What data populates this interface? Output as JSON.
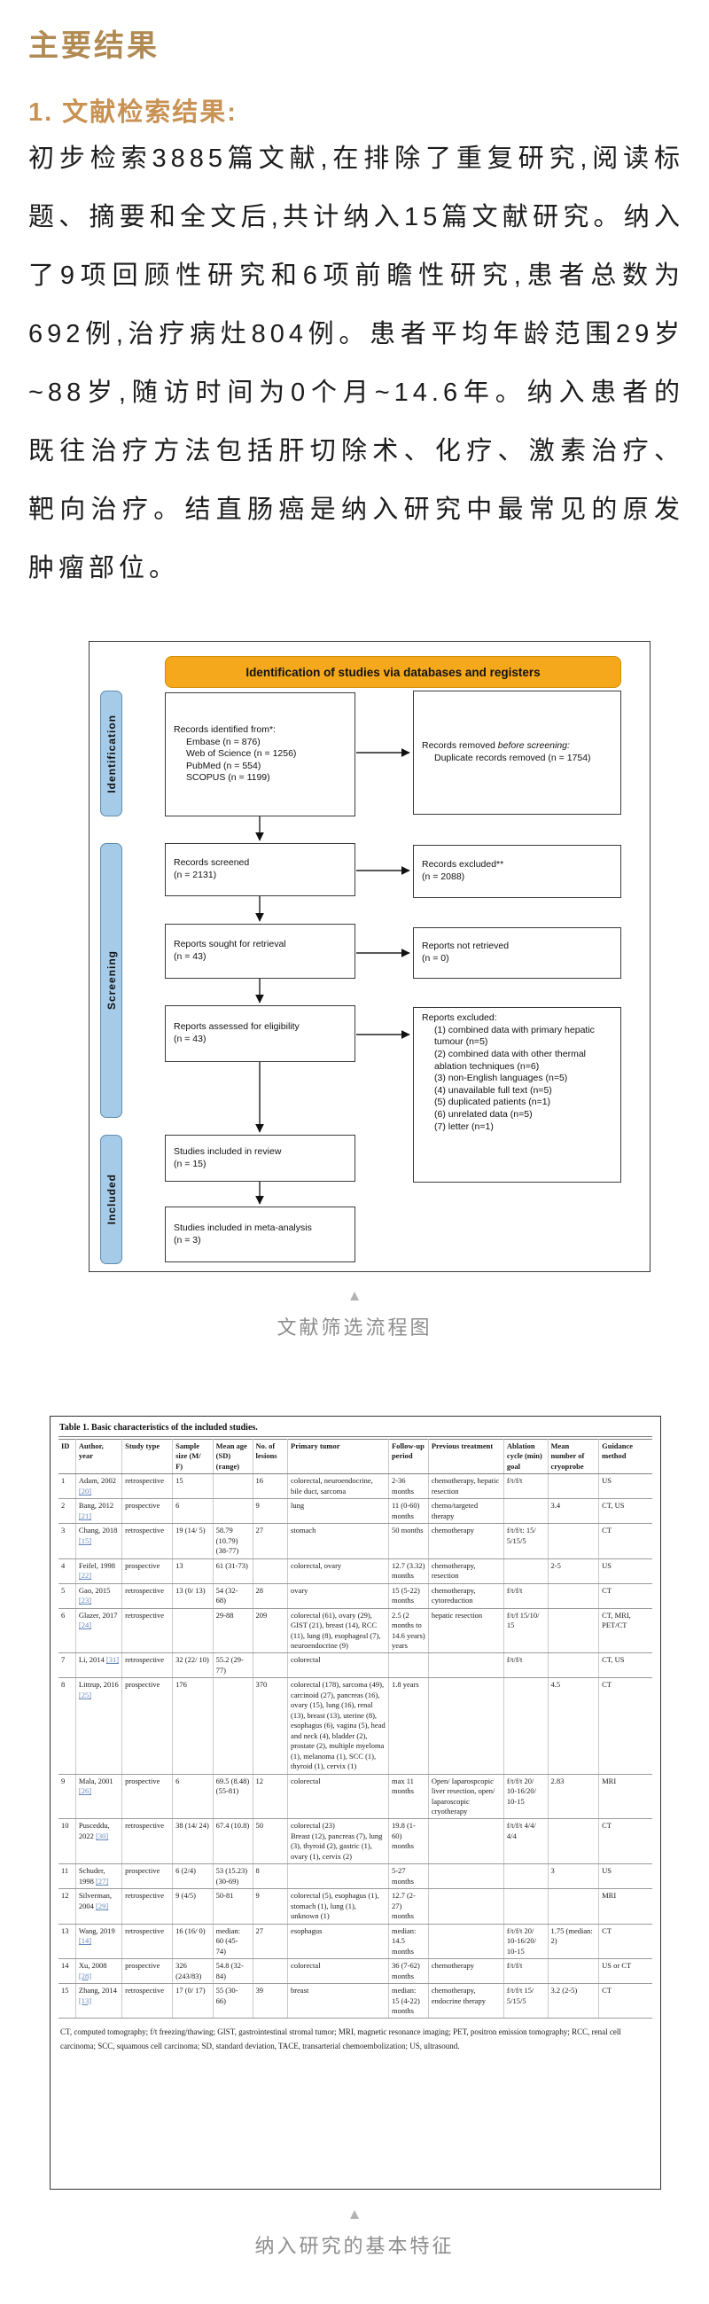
{
  "colors": {
    "gold_title": "#b08a52",
    "orange_heading": "#c89254",
    "amber_header": "#f5a81c",
    "blue_stage_bar": "#a6cbe8",
    "caption_gray": "#8d8d8d",
    "citation_blue": "#6688bb"
  },
  "header": {
    "main_title": "主要结果",
    "section_heading": "1. 文献检索结果:"
  },
  "paragraph": "初步检索3885篇文献,在排除了重复研究,阅读标题、摘要和全文后,共计纳入15篇文献研究。纳入了9项回顾性研究和6项前瞻性研究,患者总数为692例,治疗病灶804例。患者平均年龄范围29岁~88岁,随访时间为0个月~14.6年。纳入患者的既往治疗方法包括肝切除术、化疗、激素治疗、靶向治疗。结直肠癌是纳入研究中最常见的原发肿瘤部位。",
  "flowchart": {
    "header": "Identification of studies via databases and registers",
    "stages": [
      "Identification",
      "Screening",
      "Included"
    ],
    "identified": {
      "title": "Records identified from*:",
      "items": [
        "Embase (n = 876)",
        "Web of Science (n = 1256)",
        "PubMed (n = 554)",
        "SCOPUS (n = 1199)"
      ]
    },
    "removed": {
      "prefix": "Records removed ",
      "italic": "before screening:",
      "items": [
        "Duplicate records removed (n = 1754)"
      ]
    },
    "screened": "Records screened\n(n = 2131)",
    "excluded": "Records excluded**\n(n = 2088)",
    "retrieval": "Reports sought for retrieval\n(n = 43)",
    "not_retrieved": "Reports not retrieved\n(n = 0)",
    "assessed": "Reports assessed for eligibility\n(n = 43)",
    "reports_excluded": {
      "title": "Reports excluded:",
      "items": [
        "(1) combined data with primary hepatic tumour (n=5)",
        "(2) combined data with other thermal ablation techniques (n=6)",
        "(3) non-English languages (n=5)",
        "(4) unavailable full text (n=5)",
        "(5) duplicated patients (n=1)",
        "(6) unrelated data (n=5)",
        "(7) letter (n=1)"
      ]
    },
    "review": "Studies included in review\n(n = 15)",
    "meta": "Studies included in meta-analysis\n(n = 3)",
    "caption": "文献筛选流程图"
  },
  "table": {
    "title": "Table 1.  Basic characteristics of the included studies.",
    "columns": [
      "ID",
      "Author, year",
      "Study type",
      "Sample size (M/ F)",
      "Mean age (SD) (range)",
      "No. of lesions",
      "Primary tumor",
      "Follow-up period",
      "Previous treatment",
      "Ablation cycle (min) goal",
      "Mean number of cryoprobe",
      "Guidance method"
    ],
    "rows": [
      {
        "id": "1",
        "author": "Adam, 2002",
        "ref": "[20]",
        "study": "retrospective",
        "sample": "15",
        "age": "",
        "lesions": "16",
        "tumor": "colorectal, neuroendocrine, bile duct, sarcoma",
        "follow": "2-36 months",
        "previous": "chemotherapy, hepatic resection",
        "ablation": "f/t/f/t",
        "cryoprobe": "",
        "guidance": "US"
      },
      {
        "id": "2",
        "author": "Bang, 2012",
        "ref": "[21]",
        "study": "prospective",
        "sample": "6",
        "age": "",
        "lesions": "9",
        "tumor": "lung",
        "follow": "11 (0-60) months",
        "previous": "chemo/targeted therapy",
        "ablation": "",
        "cryoprobe": "3.4",
        "guidance": "CT, US"
      },
      {
        "id": "3",
        "author": "Chang, 2018",
        "ref": "[15]",
        "study": "retrospective",
        "sample": "19 (14/ 5)",
        "age": "58.79 (10.79) (38-77)",
        "lesions": "27",
        "tumor": "stomach",
        "follow": "50 months",
        "previous": "chemotherapy",
        "ablation": "f/t/f/t: 15/ 5/15/5",
        "cryoprobe": "",
        "guidance": "CT"
      },
      {
        "id": "4",
        "author": "Feifel, 1998",
        "ref": "[22]",
        "study": "prospective",
        "sample": "13",
        "age": "61 (31-73)",
        "lesions": "",
        "tumor": "colorectal, ovary",
        "follow": "12.7 (3.32) months",
        "previous": "chemotherapy, resection",
        "ablation": "",
        "cryoprobe": "2-5",
        "guidance": "US"
      },
      {
        "id": "5",
        "author": "Gao, 2015",
        "ref": "[23]",
        "study": "retrospective",
        "sample": "13 (0/ 13)",
        "age": "54 (32- 68)",
        "lesions": "28",
        "tumor": "ovary",
        "follow": "15 (5-22) months",
        "previous": "chemotherapy, cytoreduction",
        "ablation": "f/t/f/t",
        "cryoprobe": "",
        "guidance": "CT"
      },
      {
        "id": "6",
        "author": "Glazer, 2017",
        "ref": "[24]",
        "study": "retrospective",
        "sample": "",
        "age": "29-88",
        "lesions": "209",
        "tumor": "colorectal (61), ovary (29), GIST (21), breast (14), RCC (11), lung (8), esophageal (7), neuroendocrine (9)",
        "follow": "2.5 (2 months to 14.6 years) years",
        "previous": "hepatic resection",
        "ablation": "f/t/f 15/10/ 15",
        "cryoprobe": "",
        "guidance": "CT, MRI, PET/CT"
      },
      {
        "id": "7",
        "author": "Li, 2014",
        "ref": "[31]",
        "study": "retrospective",
        "sample": "32 (22/ 10)",
        "age": "55.2 (29- 77)",
        "lesions": "",
        "tumor": "colorectal",
        "follow": "",
        "previous": "",
        "ablation": "f/t/f/t",
        "cryoprobe": "",
        "guidance": "CT, US"
      },
      {
        "id": "8",
        "author": "Littrup, 2016",
        "ref": "[25]",
        "study": "prospective",
        "sample": "176",
        "age": "",
        "lesions": "370",
        "tumor": "colorectal (178), sarcoma (49), carcinoid (27), pancreas (16), ovary (15), lung (16), renal (13), breast (13), uterine (8), esophagus (6), vagina (5), head and neck (4), bladder (2), prostate (2), multiple myeloma (1), melanoma (1), SCC (1), thyroid (1), cervix (1)",
        "follow": "1.8 years",
        "previous": "",
        "ablation": "",
        "cryoprobe": "4.5",
        "guidance": "CT"
      },
      {
        "id": "9",
        "author": "Mala, 2001",
        "ref": "[26]",
        "study": "prospective",
        "sample": "6",
        "age": "69.5 (8.48) (55-81)",
        "lesions": "12",
        "tumor": "colorectal",
        "follow": "max 11 months",
        "previous": "Open/ laparospcopic liver resection, open/ laparoscopic cryotherapy",
        "ablation": "f/t/f/t 20/ 10-16/20/ 10-15",
        "cryoprobe": "2.83",
        "guidance": "MRI"
      },
      {
        "id": "10",
        "author": "Pusceddu, 2022",
        "ref": "[30]",
        "study": "retrospective",
        "sample": "38 (14/ 24)",
        "age": "67.4 (10.8)",
        "lesions": "50",
        "tumor": "colorectal (23)\nBreast (12), pancreas (7), lung (3), thyroid (2), gastric (1), ovary (1), cervix (2)",
        "follow": "19.8 (1- 60) months",
        "previous": "",
        "ablation": "f/t/f/t 4/4/ 4/4",
        "cryoprobe": "",
        "guidance": "CT"
      },
      {
        "id": "11",
        "author": "Schuder, 1998",
        "ref": "[27]",
        "study": "prospective",
        "sample": "6 (2/4)",
        "age": "53 (15.23) (30-69)",
        "lesions": "8",
        "tumor": "",
        "follow": "5-27 months",
        "previous": "",
        "ablation": "",
        "cryoprobe": "3",
        "guidance": "US"
      },
      {
        "id": "12",
        "author": "Silverman, 2004",
        "ref": "[29]",
        "study": "retrospective",
        "sample": "9 (4/5)",
        "age": "50-81",
        "lesions": "9",
        "tumor": "colorectal (5), esophagus (1), stomach (1), lung (1), unknown (1)",
        "follow": "12.7 (2- 27) months",
        "previous": "",
        "ablation": "",
        "cryoprobe": "",
        "guidance": "MRI"
      },
      {
        "id": "13",
        "author": "Wang, 2019",
        "ref": "[14]",
        "study": "retrospective",
        "sample": "16 (16/ 0)",
        "age": "median: 60 (45- 74)",
        "lesions": "27",
        "tumor": "esophagus",
        "follow": "median: 14.5 months",
        "previous": "",
        "ablation": "f/t/f/t 20/ 10-16/20/ 10-15",
        "cryoprobe": "1.75 (median: 2)",
        "guidance": "CT"
      },
      {
        "id": "14",
        "author": "Xu, 2008",
        "ref": "[28]",
        "study": "prospective",
        "sample": "326 (243/83)",
        "age": "54.8 (32- 84)",
        "lesions": "",
        "tumor": "colorectal",
        "follow": "36 (7-62) months",
        "previous": "chemotherapy",
        "ablation": "f/t/f/t",
        "cryoprobe": "",
        "guidance": "US or CT"
      },
      {
        "id": "15",
        "author": "Zhang, 2014",
        "ref": "[13]",
        "study": "retrospective",
        "sample": "17 (0/ 17)",
        "age": "55 (30- 66)",
        "lesions": "39",
        "tumor": "breast",
        "follow": "median: 15 (4-22) months",
        "previous": "chemotherapy, endocrine therapy",
        "ablation": "f/t/f/t 15/ 5/15/5",
        "cryoprobe": "3.2 (2-5)",
        "guidance": "CT"
      }
    ],
    "footnote": "CT, computed tomography; f/t freezing/thawing; GIST, gastrointestinal stromal tumor; MRI, magnetic resonance imaging; PET, positron emission tomography; RCC, renal cell carcinoma; SCC, squamous cell carcinoma; SD, standard deviation, TACE, transarterial chemoembolization; US, ultrasound.",
    "caption": "纳入研究的基本特征"
  }
}
